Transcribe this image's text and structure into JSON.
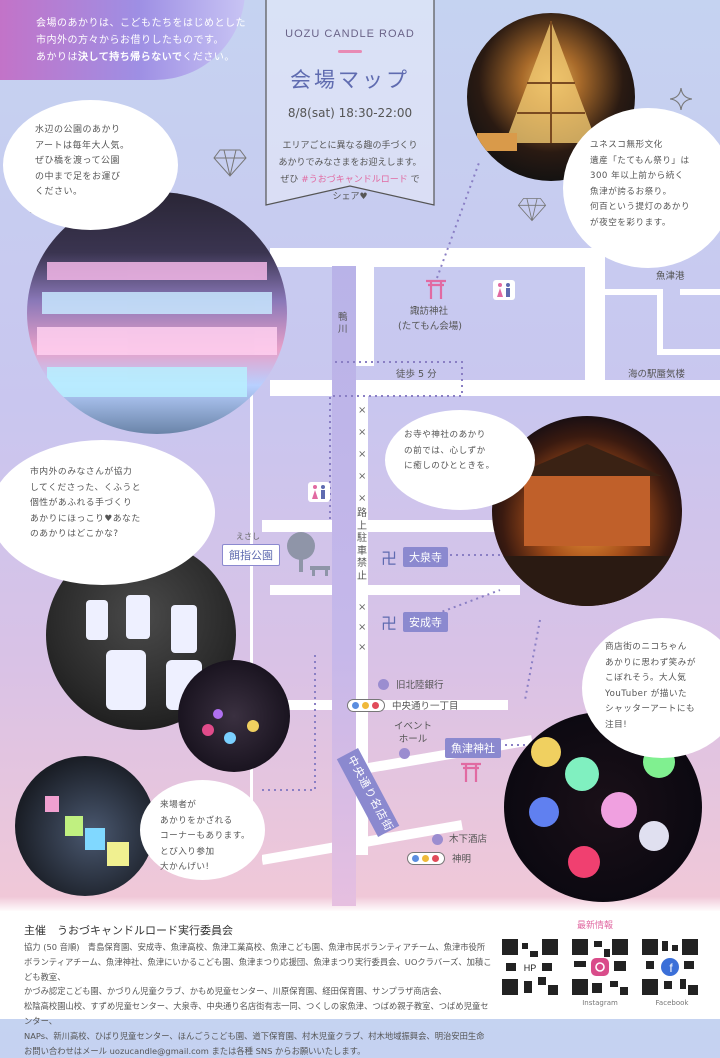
{
  "notice": {
    "line1": "会場のあかりは、こどもたちをはじめとした",
    "line2": "市内外の方々からお借りしたものです。",
    "line3_prefix": "あかりは",
    "line3_bold": "決して持ち帰らないで",
    "line3_suffix": "ください。"
  },
  "header": {
    "english": "UOZU CANDLE ROAD",
    "title": "会場マップ",
    "date": "8/8(sat) 18:30-22:00",
    "intro1": "エリアごとに異なる趣の手づくり",
    "intro2": "あかりでみなさまをお迎えします。",
    "intro3_prefix": "ぜひ",
    "intro3_tag": "#うおづキャンドルロード",
    "intro3_suffix": "で",
    "intro4": "シェア♥"
  },
  "bubbles": {
    "park_intro": [
      "水辺の公園のあかり",
      "アートは毎年大人気。",
      "ぜひ橋を渡って公園",
      "の中まで足をお運び",
      "ください。"
    ],
    "tatemon": [
      "ユネスコ無形文化",
      "遺産「たてもん祭り」は",
      "300 年以上前から続く",
      "魚津が誇るお祭り。",
      "何百という提灯のあかり",
      "が夜空を彩ります。"
    ],
    "citizens": [
      "市内外のみなさんが協力",
      "してくださった、くふうと",
      "個性があふれる手づくり",
      "あかりにほっこり♥あなた",
      "のあかりはどこかな?"
    ],
    "temple": [
      "お寺や神社のあかり",
      "の前では、心しずか",
      "に癒しのひとときを。"
    ],
    "shutter": [
      "商店街のニコちゃん",
      "あかりに思わず笑みが",
      "こぼれそう。大人気",
      "YouTuber が描いた",
      "シャッターアートにも",
      "注目!"
    ],
    "corner": [
      "来場者が",
      "あかりをかざれる",
      "コーナーもあります。",
      "とび入り参加",
      "大かんげい!"
    ]
  },
  "map": {
    "suwa_shrine_1": "諏訪神社",
    "suwa_shrine_2": "(たてもん会場)",
    "uozu_port": "魚津港",
    "station": "海の駅蜃気楼",
    "walk": "徒歩 5 分",
    "river": "鴨 川",
    "no_parking": "路上駐車禁止",
    "park_ruby": "えさし",
    "park": "餌指公園",
    "daisenji": "大泉寺",
    "anjouji": "安成寺",
    "old_bank": "旧北陸銀行",
    "chuo1": "中央通り一丁目",
    "event_hall_1": "イベント",
    "event_hall_2": "ホール",
    "uozu_shrine": "魚津神社",
    "shopping_street": "中央通り名店街",
    "kinoshita": "木下酒店",
    "shinmei": "神明"
  },
  "footer": {
    "host_label": "主催",
    "host": "うおづキャンドルロード実行委員会",
    "news": "最新情報",
    "lines": [
      "協力 (50 音順)　青島保育園、安成寺、魚津高校、魚津工業高校、魚津こども園、魚津市民ボランティアチーム、魚津市役所",
      "ボランティアチーム、魚津神社、魚津にいかるこども園、魚津まつり応援団、魚津まつり実行委員会、UOクラバーズ、加積こども教室、",
      "かづみ認定こども園、かづりん児童クラブ、かもめ児童センター、川原保育園、経田保育園、サンプラザ商店会、",
      "松陰高校園山校、すずめ児童センター、大泉寺、中央通り名店街有志一同、つくしの家魚津、つばめ親子教室、つばめ児童センター、",
      "NAPs、新川高校、ひばり児童センター、ほんごうこども園、道下保育園、村木児童クラブ、村木地域振興会、明治安田生命",
      "お問い合わせはメール uozucandle@gmail.com または各種 SNS からお願いいたします。"
    ],
    "qr_labels": [
      "HP",
      "Instagram",
      "Facebook"
    ]
  },
  "colors": {
    "accent_pink": "#e16aa2",
    "accent_purple": "#8b89cf",
    "title_blue": "#5f6bb0"
  }
}
